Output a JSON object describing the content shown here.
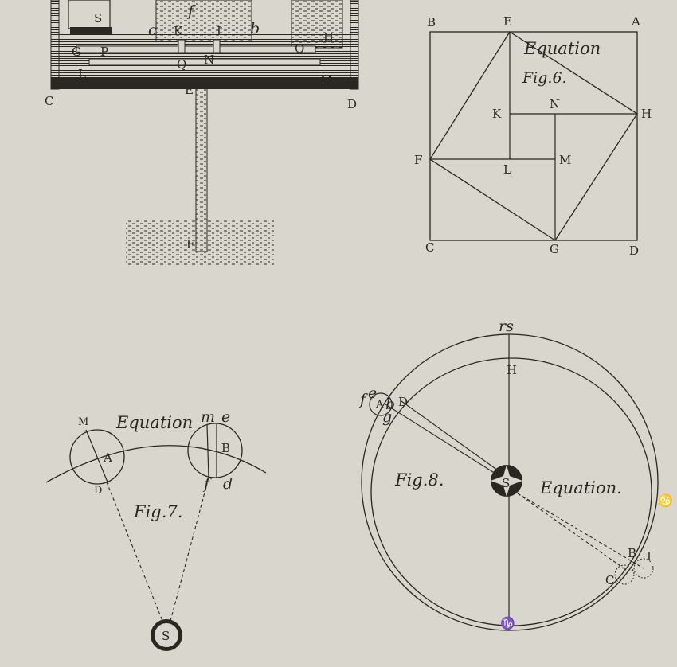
{
  "fig5_apparatus": {
    "labels": {
      "S": "S",
      "f": "f",
      "c": "c",
      "K": "K",
      "I": "I",
      "b": "b",
      "H": "H",
      "G": "G",
      "P": "P",
      "O": "O",
      "Q": "Q",
      "N": "N",
      "L": "L",
      "M": "M",
      "E": "E",
      "C": "C",
      "D": "D",
      "F": "F"
    }
  },
  "fig6": {
    "caption": "Fig.6.",
    "title": "Equation",
    "labels": {
      "A": "A",
      "B": "B",
      "C": "C",
      "D": "D",
      "E": "E",
      "F": "F",
      "G": "G",
      "H": "H",
      "K": "K",
      "L": "L",
      "M": "M",
      "N": "N"
    }
  },
  "fig7": {
    "caption": "Fig.7.",
    "title": "Equation",
    "labels": {
      "M": "M",
      "A": "A",
      "D": "D",
      "m": "m",
      "e": "e",
      "B": "B",
      "f": "f",
      "d": "d",
      "S": "S"
    }
  },
  "fig8": {
    "caption": "Fig.8.",
    "title": "Equation.",
    "labels": {
      "rs": "rs",
      "H": "H",
      "f": "f",
      "e": "e",
      "A": "A",
      "b": "b",
      "g": "g",
      "D": "D",
      "S": "S",
      "B": "B",
      "I": "I",
      "C": "C",
      "cancer": "♋",
      "capricorn": "♑"
    }
  },
  "colors": {
    "paper": "#d9d6cd",
    "ink": "#2a2622"
  }
}
